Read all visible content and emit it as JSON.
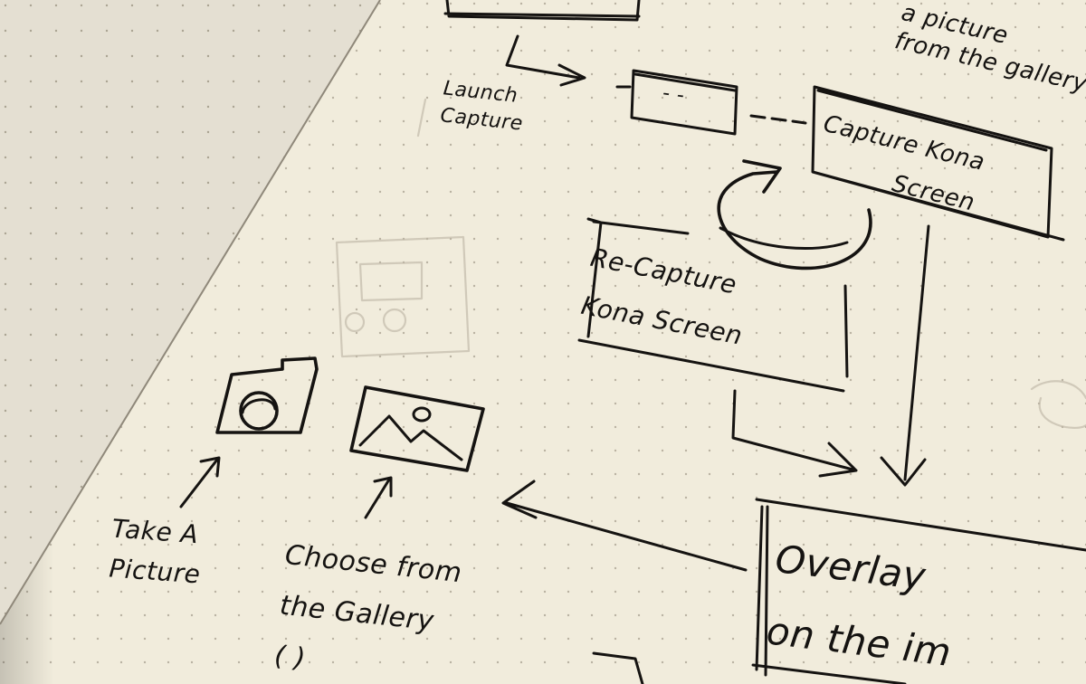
{
  "sketch": {
    "top_note": "a picture\nfrom the gallery",
    "launch_capture": "Launch\nCapture",
    "dash_box": "- -",
    "capture_kona_screen": "Capture Kona\nScreen",
    "recapture_kona_screen": "Re-Capture\nKona Screen",
    "take_a_picture": "Take A\nPicture",
    "choose_from_gallery": "Choose from\nthe Gallery\n( )",
    "overlay_on_image": "Overlay\non the im"
  },
  "colors": {
    "ink": "#151311",
    "paper": "#f1ecdc",
    "left_page": "#e4dfd2"
  },
  "icons": [
    "camera-icon",
    "gallery-image-icon",
    "arrow-icon",
    "cycle-arrow-icon"
  ]
}
